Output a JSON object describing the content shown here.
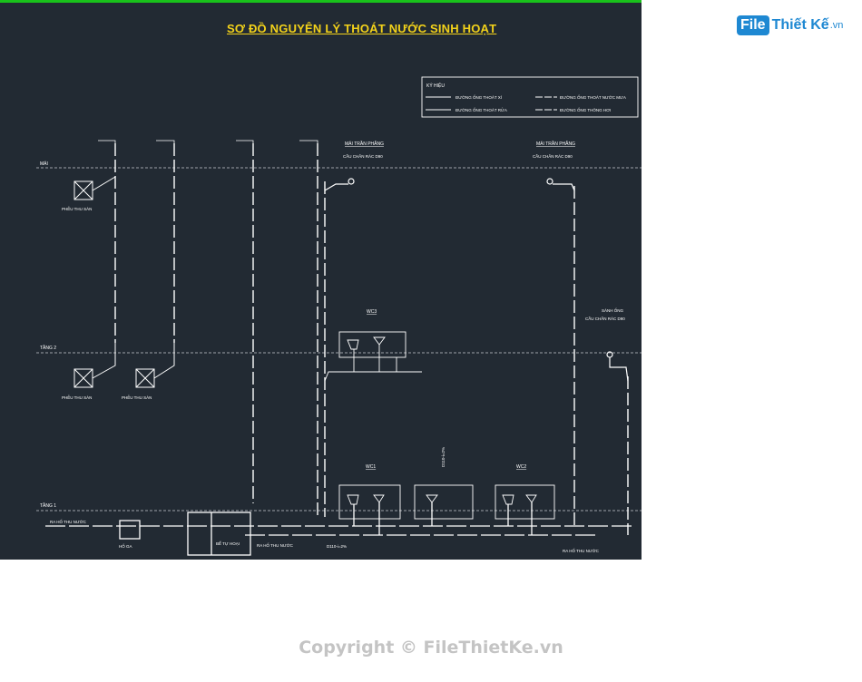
{
  "title": "SƠ ĐỒ NGUYÊN LÝ THOÁT NƯỚC SINH HOẠT",
  "logo": {
    "mark": "File",
    "word": "Thiết Kế",
    "tld": ".vn"
  },
  "copyright": "Copyright © FileThietKe.vn",
  "colors": {
    "background": "#222a33",
    "lines": "#ffffff",
    "title": "#f3d21a",
    "accent": "#19c21b"
  },
  "legend": {
    "header": "KÝ HIỆU",
    "items": [
      "ĐƯỜNG ỐNG THOÁT XÍ",
      "ĐƯỜNG ỐNG THOÁT NƯỚC MƯA",
      "ĐƯỜNG ỐNG THOÁT RỬA",
      "ĐƯỜNG ỐNG THÔNG HƠI"
    ]
  },
  "levels": [
    "MÁI",
    "TẦNG 2",
    "TẦNG 1"
  ],
  "roof_labels": [
    "MÁI TRẦN PHẲNG",
    "MÁI TRẦN PHẲNG"
  ],
  "roof_sublabels": [
    "CẦU CHẮN RÁC D90",
    "CẦU CHẮN RÁC D90"
  ],
  "rooms": [
    "WC3",
    "WC1",
    "WC2"
  ],
  "side_label": [
    "SÀNH ỐNG",
    "CẦU CHẮN RÁC D90"
  ],
  "drain_labels": [
    "PHỄU THU SÀN",
    "PHỄU THU SÀN",
    "PHỄU THU SÀN"
  ],
  "bottom_labels": [
    "RA HỐ THU NƯỚC",
    "RA HỐ THU NƯỚC",
    "RA HỐ THU NƯỚC"
  ],
  "misc": {
    "hoga": "HỐ GA",
    "septic": "BỂ TỰ HOẠI",
    "pipe": "D110-i=2%"
  }
}
